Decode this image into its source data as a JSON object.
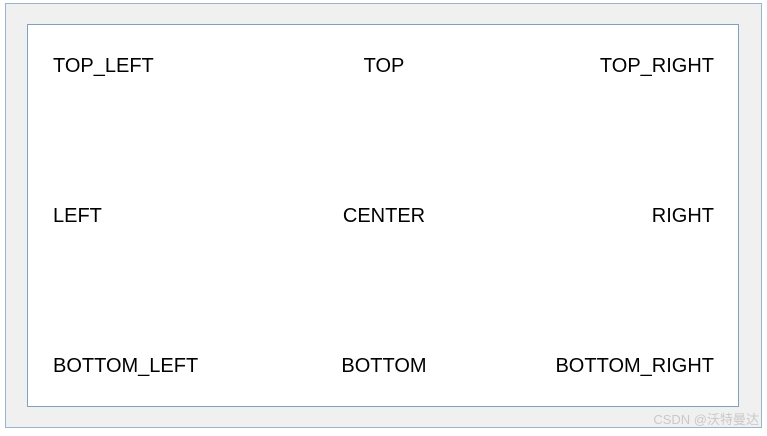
{
  "labels": {
    "top_left": "TOP_LEFT",
    "top": "TOP",
    "top_right": "TOP_RIGHT",
    "left": "LEFT",
    "center": "CENTER",
    "right": "RIGHT",
    "bottom_left": "BOTTOM_LEFT",
    "bottom": "BOTTOM",
    "bottom_right": "BOTTOM_RIGHT"
  },
  "watermark": "CSDN @沃特曼达"
}
